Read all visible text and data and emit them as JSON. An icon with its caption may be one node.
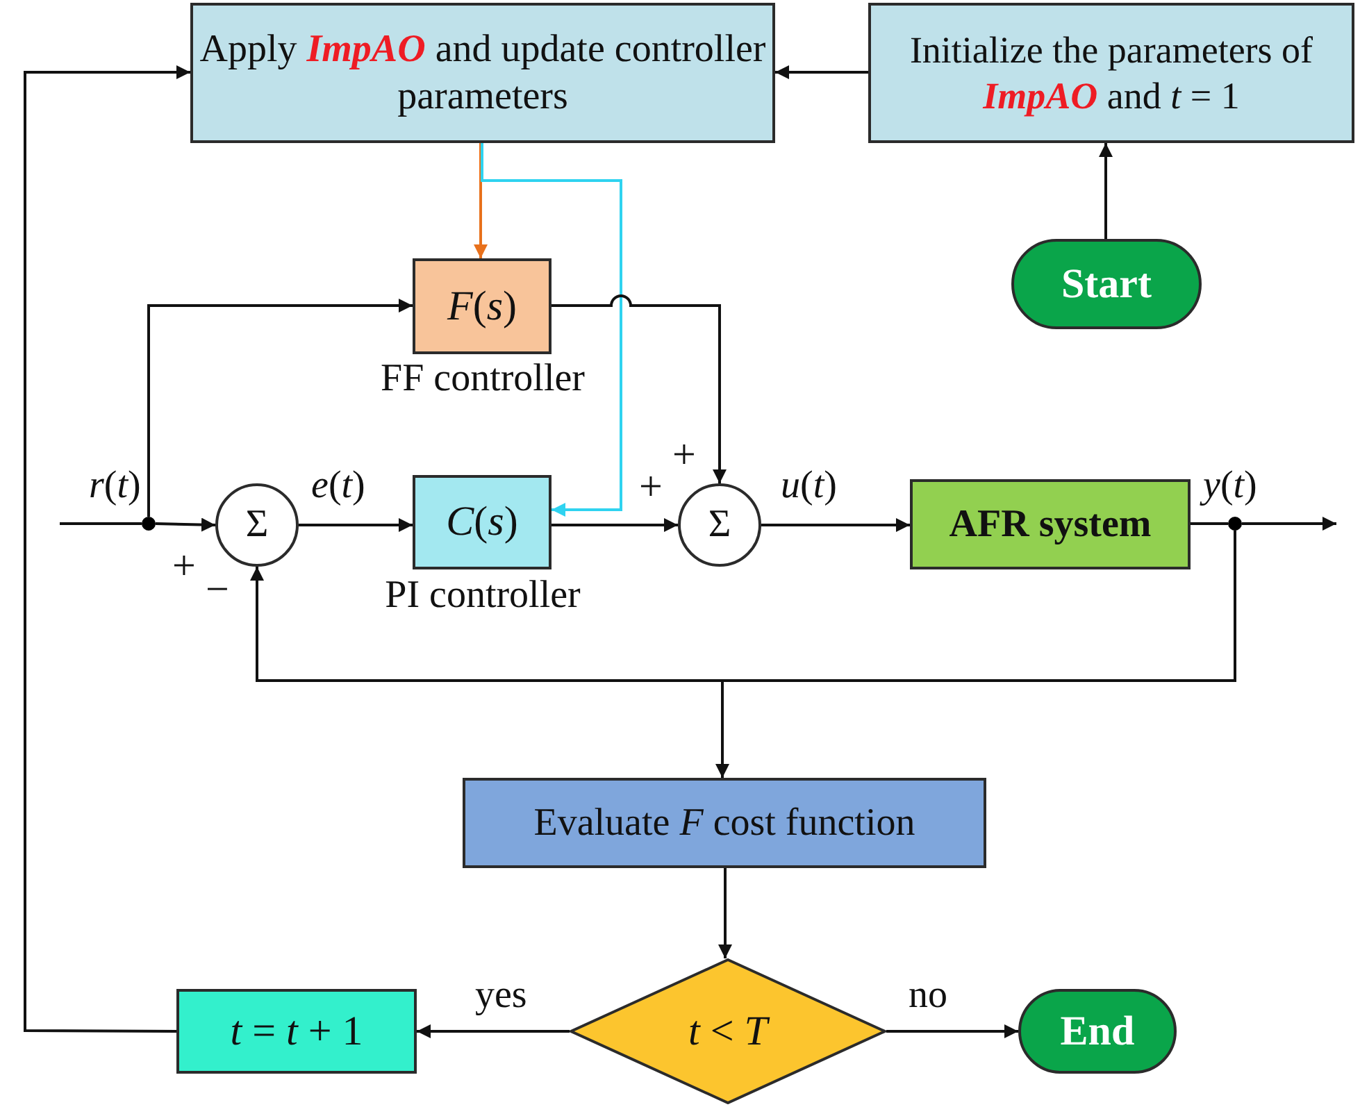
{
  "diagram": {
    "nodes": [
      {
        "text": [
          "Apply **ImpAO** and update controller parameters"
        ]
      },
      {
        "text": [
          "Initialize the parameters of **ImpAO** and *t* = 1"
        ]
      },
      {
        "text": [
          "Start"
        ]
      },
      {
        "text": [
          "*F*(*s*)"
        ],
        "beside": [
          "FF controller"
        ]
      },
      {
        "text": [],
        "shape": "circle"
      },
      {
        "text": [
          "Σ"
        ]
      },
      {
        "text": [
          "*C*(*s*)"
        ],
        "beside": [
          "PI controller"
        ]
      },
      {
        "text": [
          "Σ"
        ]
      },
      {
        "text": [
          "AFR system"
        ]
      },
      {
        "text": [],
        "shape": "circle"
      },
      {
        "text": [
          "Evaluate *F* cost function"
        ]
      },
      {
        "text": [
          "*t* < *T*"
        ]
      },
      {
        "text": [
          "*t* = *t* + 1"
        ]
      },
      {
        "text": [
          "End"
        ]
      }
    ],
    "edges": [
      {
        "from": 2,
        "to": 1,
        "arrow": "to"
      },
      {
        "from": 1,
        "to": 0,
        "arrow": "to"
      },
      {
        "from": 0,
        "to": 3,
        "arrow": "to",
        "color": "#e8711c"
      },
      {
        "from": 0,
        "to": 6,
        "arrow": "to",
        "color": "#2fd3f0"
      },
      {
        "from": null,
        "to": 4,
        "arrow": "none",
        "label": "*r*(*t*)"
      },
      {
        "from": 4,
        "to": 3,
        "arrow": "to"
      },
      {
        "from": 4,
        "to": 5,
        "arrow": "to"
      },
      {
        "from": 5,
        "to": 6,
        "arrow": "to",
        "label": "*e*(*t*)"
      },
      {
        "from": 6,
        "to": 7,
        "arrow": "to"
      },
      {
        "from": 3,
        "to": 7,
        "arrow": "to"
      },
      {
        "from": 7,
        "to": 8,
        "arrow": "to",
        "label": "*u*(*t*)"
      },
      {
        "from": 8,
        "to": 9,
        "arrow": "none",
        "label": "*y*(*t*)"
      },
      {
        "from": 9,
        "to": null,
        "arrow": "to"
      },
      {
        "from": 9,
        "to": 5,
        "arrow": "to"
      },
      {
        "from": 9,
        "to": 10,
        "arrow": "to"
      },
      {
        "from": 10,
        "to": 11,
        "arrow": "to"
      },
      {
        "from": 11,
        "to": 12,
        "arrow": "to",
        "label": "yes"
      },
      {
        "from": 11,
        "to": 13,
        "arrow": "to",
        "label": "no"
      },
      {
        "from": 12,
        "to": 0,
        "arrow": "to"
      }
    ],
    "labels": [
      "+",
      "+",
      "+",
      "−"
    ]
  }
}
